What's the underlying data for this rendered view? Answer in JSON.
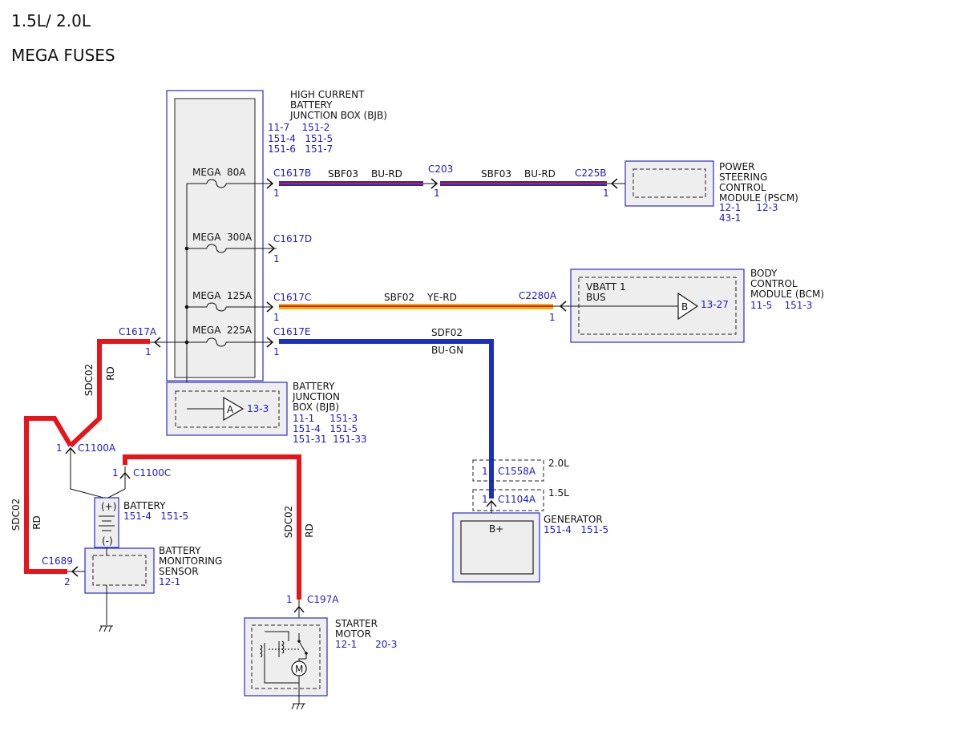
{
  "page": {
    "title_line1": "1.5L/ 2.0L",
    "title_line2": "MEGA FUSES"
  },
  "colors": {
    "RD": "#e8141a",
    "BU": "#1b2fbf",
    "YE": "#e6b800",
    "component_border": "#2b2bd0",
    "reference_text": "#1a1ad6"
  },
  "components": {
    "hcbjb": {
      "name": [
        "HIGH CURRENT",
        "BATTERY",
        "JUNCTION BOX (BJB)"
      ],
      "refs": [
        "11-7    151-2",
        "151-4   151-5",
        "151-6   151-7"
      ]
    },
    "bjb": {
      "name": [
        "BATTERY",
        "JUNCTION",
        "BOX (BJB)"
      ],
      "refs": [
        "11-1     151-3",
        "151-4   151-5",
        "151-31  151-33"
      ],
      "offpage_letter": "A",
      "offpage_ref": "13-3"
    },
    "pscm": {
      "name": [
        "POWER",
        "STEERING",
        "CONTROL",
        "MODULE (PSCM)"
      ],
      "refs": [
        "12-1     12-3",
        "43-1"
      ]
    },
    "bcm": {
      "name": [
        "BODY",
        "CONTROL",
        "MODULE (BCM)"
      ],
      "refs": [
        "11-5    151-3"
      ],
      "inner_line1": "VBATT 1",
      "inner_line2": "BUS",
      "offpage_letter": "B",
      "offpage_ref": "13-27"
    },
    "battery": {
      "name": "BATTERY",
      "refs": "151-4   151-5",
      "pos": "(+)",
      "neg": "(-)"
    },
    "bms": {
      "name": [
        "BATTERY",
        "MONITORING",
        "SENSOR"
      ],
      "refs": [
        "12-1"
      ]
    },
    "generator": {
      "name": "GENERATOR",
      "refs": "151-4   151-5",
      "terminal": "B+"
    },
    "starter": {
      "name": [
        "STARTER",
        "MOTOR"
      ],
      "refs": "12-1      20-3",
      "motor_symbol": "M"
    }
  },
  "fuses": [
    {
      "type": "MEGA",
      "rating": "80A"
    },
    {
      "type": "MEGA",
      "rating": "300A"
    },
    {
      "type": "MEGA",
      "rating": "125A"
    },
    {
      "type": "MEGA",
      "rating": "225A"
    }
  ],
  "connectors": {
    "c1617b": {
      "name": "C1617B",
      "pin": "1"
    },
    "c203": {
      "name": "C203",
      "pin": "1"
    },
    "c225b": {
      "name": "C225B",
      "pin": "1"
    },
    "c1617d": {
      "name": "C1617D",
      "pin": "1"
    },
    "c1617c": {
      "name": "C1617C",
      "pin": "1"
    },
    "c2280a": {
      "name": "C2280A",
      "pin": "1"
    },
    "c1617e": {
      "name": "C1617E",
      "pin": "1"
    },
    "c1617a": {
      "name": "C1617A",
      "pin": "1"
    },
    "c1100a": {
      "name": "C1100A",
      "pin": "1"
    },
    "c1100c": {
      "name": "C1100C",
      "pin": "1"
    },
    "c1689": {
      "name": "C1689",
      "pin": "2"
    },
    "c197a": {
      "name": "C197A",
      "pin": "1"
    },
    "c1558a": {
      "name": "C1558A",
      "pin": "1",
      "variant": "2.0L"
    },
    "c1104a": {
      "name": "C1104A",
      "pin": "1",
      "variant": "1.5L"
    }
  },
  "wires": {
    "sbf03_a": {
      "circuit": "SBF03",
      "color": "BU-RD"
    },
    "sbf03_b": {
      "circuit": "SBF03",
      "color": "BU-RD"
    },
    "sbf02": {
      "circuit": "SBF02",
      "color": "YE-RD"
    },
    "sdf02": {
      "circuit": "SDF02",
      "color": "BU-GN"
    },
    "sdc02_top": {
      "circuit": "SDC02",
      "color": "RD"
    },
    "sdc02_left": {
      "circuit": "SDC02",
      "color": "RD"
    },
    "sdc02_starter": {
      "circuit": "SDC02",
      "color": "RD"
    }
  }
}
